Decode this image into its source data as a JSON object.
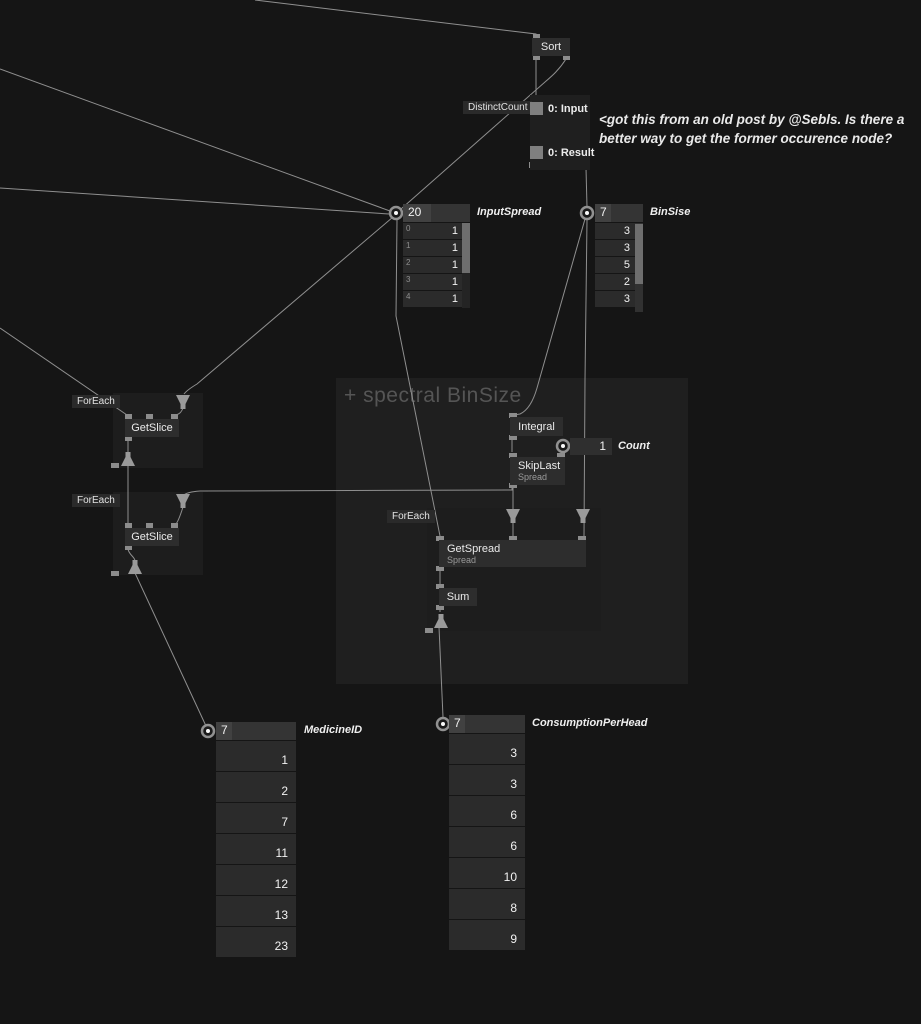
{
  "colors": {
    "canvas_bg": "#151515",
    "node_bg": "#2d2d2d",
    "region_bg": "#1d1d1d",
    "wire": "#8f8f8f",
    "value_text": "#f2f2f2",
    "region_title_text": "#555555"
  },
  "comment": {
    "line1": "<got this from an old post by @Sebls. Is there a",
    "line2": "better way to get the former occurence node?"
  },
  "region_title": "+ spectral BinSize",
  "nodes": {
    "sort": {
      "label": "Sort"
    },
    "distinct_count": {
      "label": "DistinctCount",
      "input_pin": "0:  Input",
      "result_pin": "0:  Result"
    },
    "foreach": {
      "label": "ForEach"
    },
    "getslice": {
      "label": "GetSlice"
    },
    "integral": {
      "label": "Integral"
    },
    "skiplast": {
      "label": "SkipLast",
      "sublabel": "Spread"
    },
    "getspread": {
      "label": "GetSpread",
      "sublabel": "Spread"
    },
    "sum": {
      "label": "Sum"
    }
  },
  "ioboxes": {
    "input_spread": {
      "label": "InputSpread",
      "header": "20",
      "rows": [
        {
          "index": "0",
          "value": "1"
        },
        {
          "index": "1",
          "value": "1"
        },
        {
          "index": "2",
          "value": "1"
        },
        {
          "index": "3",
          "value": "1"
        },
        {
          "index": "4",
          "value": "1"
        }
      ]
    },
    "bin_sise": {
      "label": "BinSise",
      "header": "7",
      "rows": [
        {
          "value": "3"
        },
        {
          "value": "3"
        },
        {
          "value": "5"
        },
        {
          "value": "2"
        },
        {
          "value": "3"
        }
      ]
    },
    "count": {
      "label": "Count",
      "value": "1"
    },
    "medicine_id": {
      "label": "MedicineID",
      "header": "7",
      "rows": [
        {
          "value": "1"
        },
        {
          "value": "2"
        },
        {
          "value": "7"
        },
        {
          "value": "11"
        },
        {
          "value": "12"
        },
        {
          "value": "13"
        },
        {
          "value": "23"
        }
      ]
    },
    "consumption_per_head": {
      "label": "ConsumptionPerHead",
      "header": "7",
      "rows": [
        {
          "value": "3"
        },
        {
          "value": "3"
        },
        {
          "value": "6"
        },
        {
          "value": "6"
        },
        {
          "value": "10"
        },
        {
          "value": "8"
        },
        {
          "value": "9"
        }
      ]
    }
  }
}
